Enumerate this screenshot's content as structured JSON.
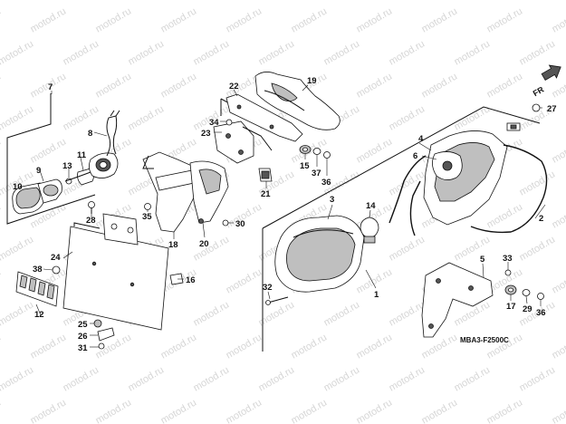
{
  "watermark": "motod.ru",
  "diagram_code": "MBA3-F2500C",
  "direction_label": "FR",
  "parts": [
    "1",
    "2",
    "3",
    "4",
    "5",
    "6",
    "7",
    "8",
    "9",
    "10",
    "11",
    "12",
    "13",
    "14",
    "15",
    "16",
    "17",
    "18",
    "19",
    "20",
    "21",
    "22",
    "23",
    "24",
    "25",
    "26",
    "27",
    "28",
    "29",
    "30",
    "31",
    "32",
    "33",
    "34",
    "35",
    "36",
    "37",
    "38"
  ],
  "colors": {
    "line": "#111111",
    "watermark": "#d6d6d6",
    "background": "#ffffff",
    "shade": "#bfbfbf"
  }
}
